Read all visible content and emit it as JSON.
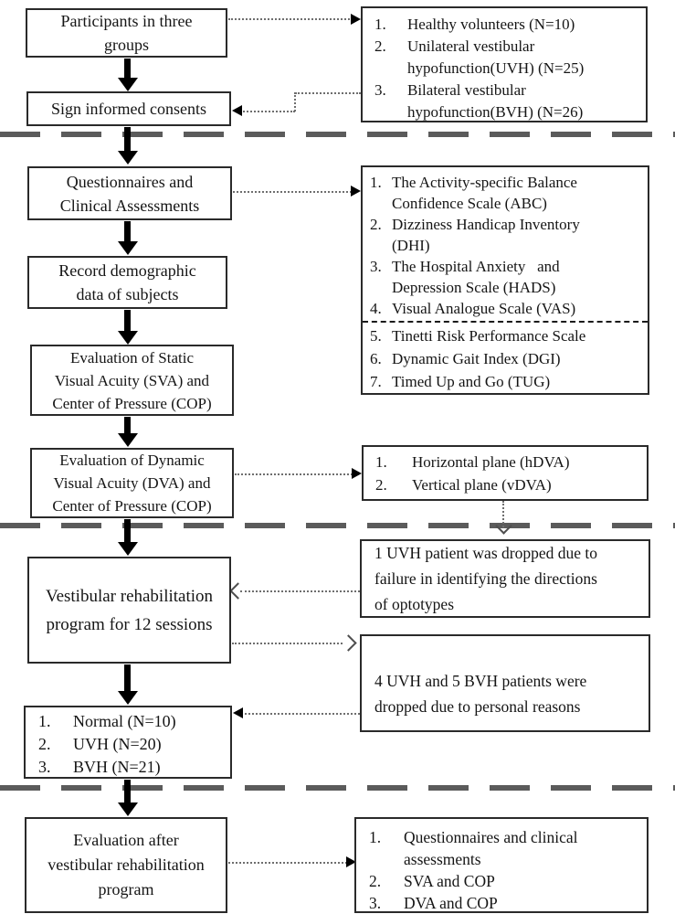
{
  "colors": {
    "background": "#ffffff",
    "text": "#151515",
    "box_border": "#2a2a2a",
    "separator_dash": "#5b5b5b",
    "connector_dot": "#6e6e6e",
    "arrow": "#000000"
  },
  "boxes": {
    "participants": {
      "text": "Participants in three\ngroups"
    },
    "consents": {
      "text": "Sign informed consents"
    },
    "questionnaires": {
      "text": "Questionnaires and\nClinical Assessments"
    },
    "demographic": {
      "text": "Record demographic\ndata of subjects"
    },
    "sva": {
      "text": "Evaluation of Static\nVisual Acuity (SVA) and\nCenter of Pressure (COP)"
    },
    "dva": {
      "text": "Evaluation of Dynamic\nVisual Acuity (DVA) and\nCenter of Pressure (COP)"
    },
    "rehab": {
      "text": "Vestibular rehabilitation\nprogram for 12 sessions"
    },
    "final_eval": {
      "text": "Evaluation after\nvestibular rehabilitation\nprogram"
    },
    "dropout_optotypes": {
      "text": "1 UVH patient was dropped due to\nfailure in identifying the directions\nof optotypes"
    },
    "dropout_personal": {
      "text": "4 UVH and 5 BVH patients were\ndropped due to personal reasons"
    }
  },
  "lists": {
    "groups": {
      "items": [
        {
          "num": "1.",
          "text": "Healthy volunteers (N=10)"
        },
        {
          "num": "2.",
          "text": "Unilateral vestibular\nhypofunction(UVH) (N=25)"
        },
        {
          "num": "3.",
          "text": "Bilateral vestibular\nhypofunction(BVH) (N=26)"
        }
      ]
    },
    "assessments_part1": {
      "items": [
        {
          "num": "1.",
          "text": "The Activity-specific Balance\nConfidence Scale (ABC)"
        },
        {
          "num": "2.",
          "text": "Dizziness Handicap Inventory\n(DHI)"
        },
        {
          "num": "3.",
          "text": "The Hospital Anxiety   and\nDepression Scale (HADS)"
        },
        {
          "num": "4.",
          "text": "Visual Analogue Scale (VAS)"
        }
      ]
    },
    "assessments_part2": {
      "items": [
        {
          "num": "5.",
          "text": "Tinetti Risk Performance Scale"
        },
        {
          "num": "6.",
          "text": "Dynamic Gait Index (DGI)"
        },
        {
          "num": "7.",
          "text": "Timed Up and Go (TUG)"
        }
      ]
    },
    "dva_planes": {
      "items": [
        {
          "num": "1.",
          "text": "Horizontal plane (hDVA)"
        },
        {
          "num": "2.",
          "text": "Vertical plane (vDVA)"
        }
      ]
    },
    "post_rehab_groups": {
      "items": [
        {
          "num": "1.",
          "text": "Normal (N=10)"
        },
        {
          "num": "2.",
          "text": "UVH (N=20)"
        },
        {
          "num": "3.",
          "text": "BVH (N=21)"
        }
      ]
    },
    "final_assessments": {
      "items": [
        {
          "num": "1.",
          "text": "Questionnaires and clinical\nassessments"
        },
        {
          "num": "2.",
          "text": "SVA and COP"
        },
        {
          "num": "3.",
          "text": "DVA and COP"
        }
      ]
    }
  }
}
